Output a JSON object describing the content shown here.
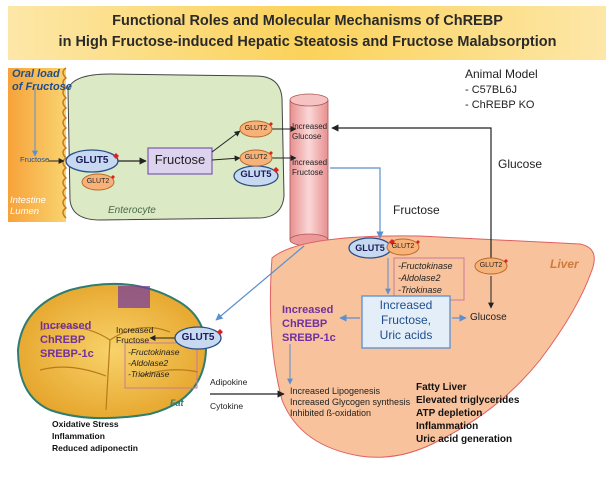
{
  "title": {
    "line1": "Functional Roles and Molecular Mechanisms of ChREBP",
    "line2": "in High Fructose-induced Hepatic Steatosis and Fructose Malabsorption"
  },
  "animal_model": {
    "heading": "Animal Model",
    "items": [
      "-   C57BL6J",
      "-   ChREBP KO"
    ]
  },
  "intestine": {
    "oral_load_line1": "Oral load",
    "oral_load_line2": "of Fructose",
    "fructose_label": "Fructose",
    "lumen_line1": "Intestine",
    "lumen_line2": "Lumen",
    "enterocyte": "Enterocyte",
    "fructose_box": "Fructose"
  },
  "blood_vessel": {
    "increased_glucose_line1": "Increased",
    "increased_glucose_line2": "Glucose",
    "increased_fructose_line1": "Increased",
    "increased_fructose_line2": "Fructose"
  },
  "transporters": {
    "glut5": "GLUT5",
    "glut2": "GLUT2"
  },
  "labels": {
    "glucose_right": "Glucose",
    "fructose_mid": "Fructose",
    "adipokine": "Adipokine",
    "cytokine": "Cytokine"
  },
  "liver": {
    "label": "Liver",
    "enzymes": [
      "-Fructokinase",
      "-Aldolase2",
      "-Triokinase"
    ],
    "chrebp_line1": "Increased",
    "chrebp_line2": "ChREBP",
    "chrebp_line3": "SREBP-1c",
    "center_line1": "Increased",
    "center_line2": "Fructose,",
    "center_line3": "Uric acids",
    "glucose": "Glucose",
    "effects": [
      "Increased Lipogenesis",
      "Increased Glycogen synthesis",
      "Inhibited ß-oxidation"
    ],
    "outcomes": [
      "Fatty Liver",
      "Elevated triglycerides",
      "ATP depletion",
      "Inflammation",
      "Uric acid generation"
    ]
  },
  "fat": {
    "label": "Fat",
    "chrebp_line1": "Increased",
    "chrebp_line2": "ChREBP",
    "chrebp_line3": "SREBP-1c",
    "increased_fructose_line1": "Increased",
    "increased_fructose_line2": "Fructose",
    "enzymes": [
      "-Fructokinase",
      "-Aldolase2",
      "-Triokinase"
    ],
    "outcomes": [
      "Oxidative Stress",
      "Inflammation",
      "Reduced adiponectin"
    ]
  },
  "colors": {
    "title_band": "#fbd25a",
    "liver": "#f8c29c",
    "enterocyte": "#dbe9c4",
    "glut5": "#c6d9f0",
    "glut2": "#f7b27a",
    "purple": "#7030a0",
    "arrow_blue": "#6fa0d8"
  }
}
